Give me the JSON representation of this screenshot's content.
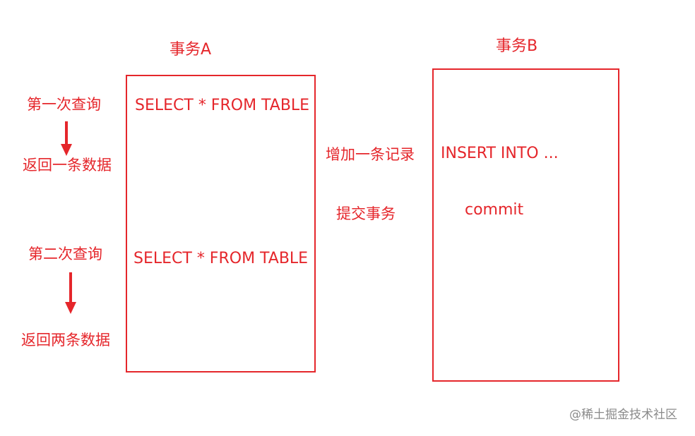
{
  "transaction_a": {
    "title": "事务A",
    "sql_1": "SELECT * FROM TABLE",
    "sql_2": "SELECT * FROM TABLE"
  },
  "transaction_b": {
    "title": "事务B",
    "insert": "INSERT INTO ...",
    "commit": "commit"
  },
  "left_steps": {
    "query_1": "第一次查询",
    "result_1": "返回一条数据",
    "query_2": "第二次查询",
    "result_2": "返回两条数据"
  },
  "middle_labels": {
    "add_record": "增加一条记录",
    "commit_tx": "提交事务"
  },
  "colors": {
    "accent": "#e5262b",
    "watermark": "#8a8a8a"
  },
  "watermark": "@稀土掘金技术社区"
}
